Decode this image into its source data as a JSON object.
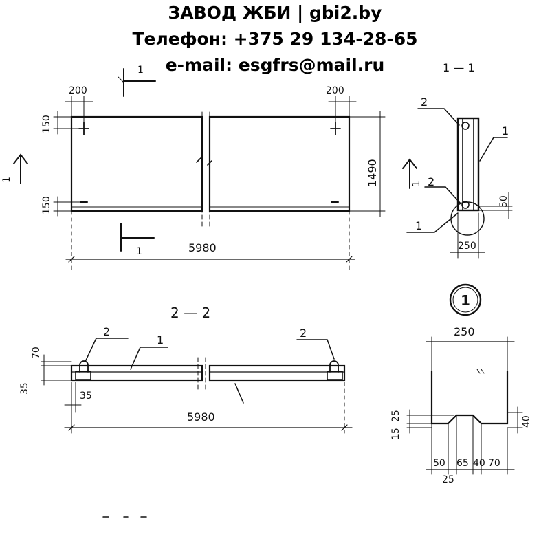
{
  "header": {
    "line1": "ЗАВОД ЖБИ | gbi2.by",
    "line2": "Телефон: +375 29 134-28-65",
    "line3": "e-mail: esgfrs@mail.ru"
  },
  "plan": {
    "length": "5980",
    "height": "1490",
    "edge_top": "150",
    "edge_bottom": "150",
    "offset_left": "200",
    "offset_right": "200",
    "cut_mark": "1",
    "cut_mark_side": "1"
  },
  "section_1_1": {
    "title": "1 — 1",
    "pos_1_top": "1",
    "pos_2_top": "2",
    "pos_2_bottom": "2",
    "pos_1_bottom": "1",
    "dim_50": "50",
    "dim_250": "250"
  },
  "section_2_2": {
    "title": "2 — 2",
    "pos_2_left": "2",
    "pos_1": "1",
    "pos_2_right": "2",
    "dim_70": "70",
    "dim_35_v": "35",
    "dim_35_h": "35",
    "length": "5980"
  },
  "detail_1": {
    "marker": "1",
    "width": "250",
    "dim_15": "15",
    "dim_25_v": "25",
    "dim_40": "40",
    "bottom_dims": [
      "50",
      "65",
      "40",
      "70"
    ],
    "dim_25_bottom": "25"
  }
}
